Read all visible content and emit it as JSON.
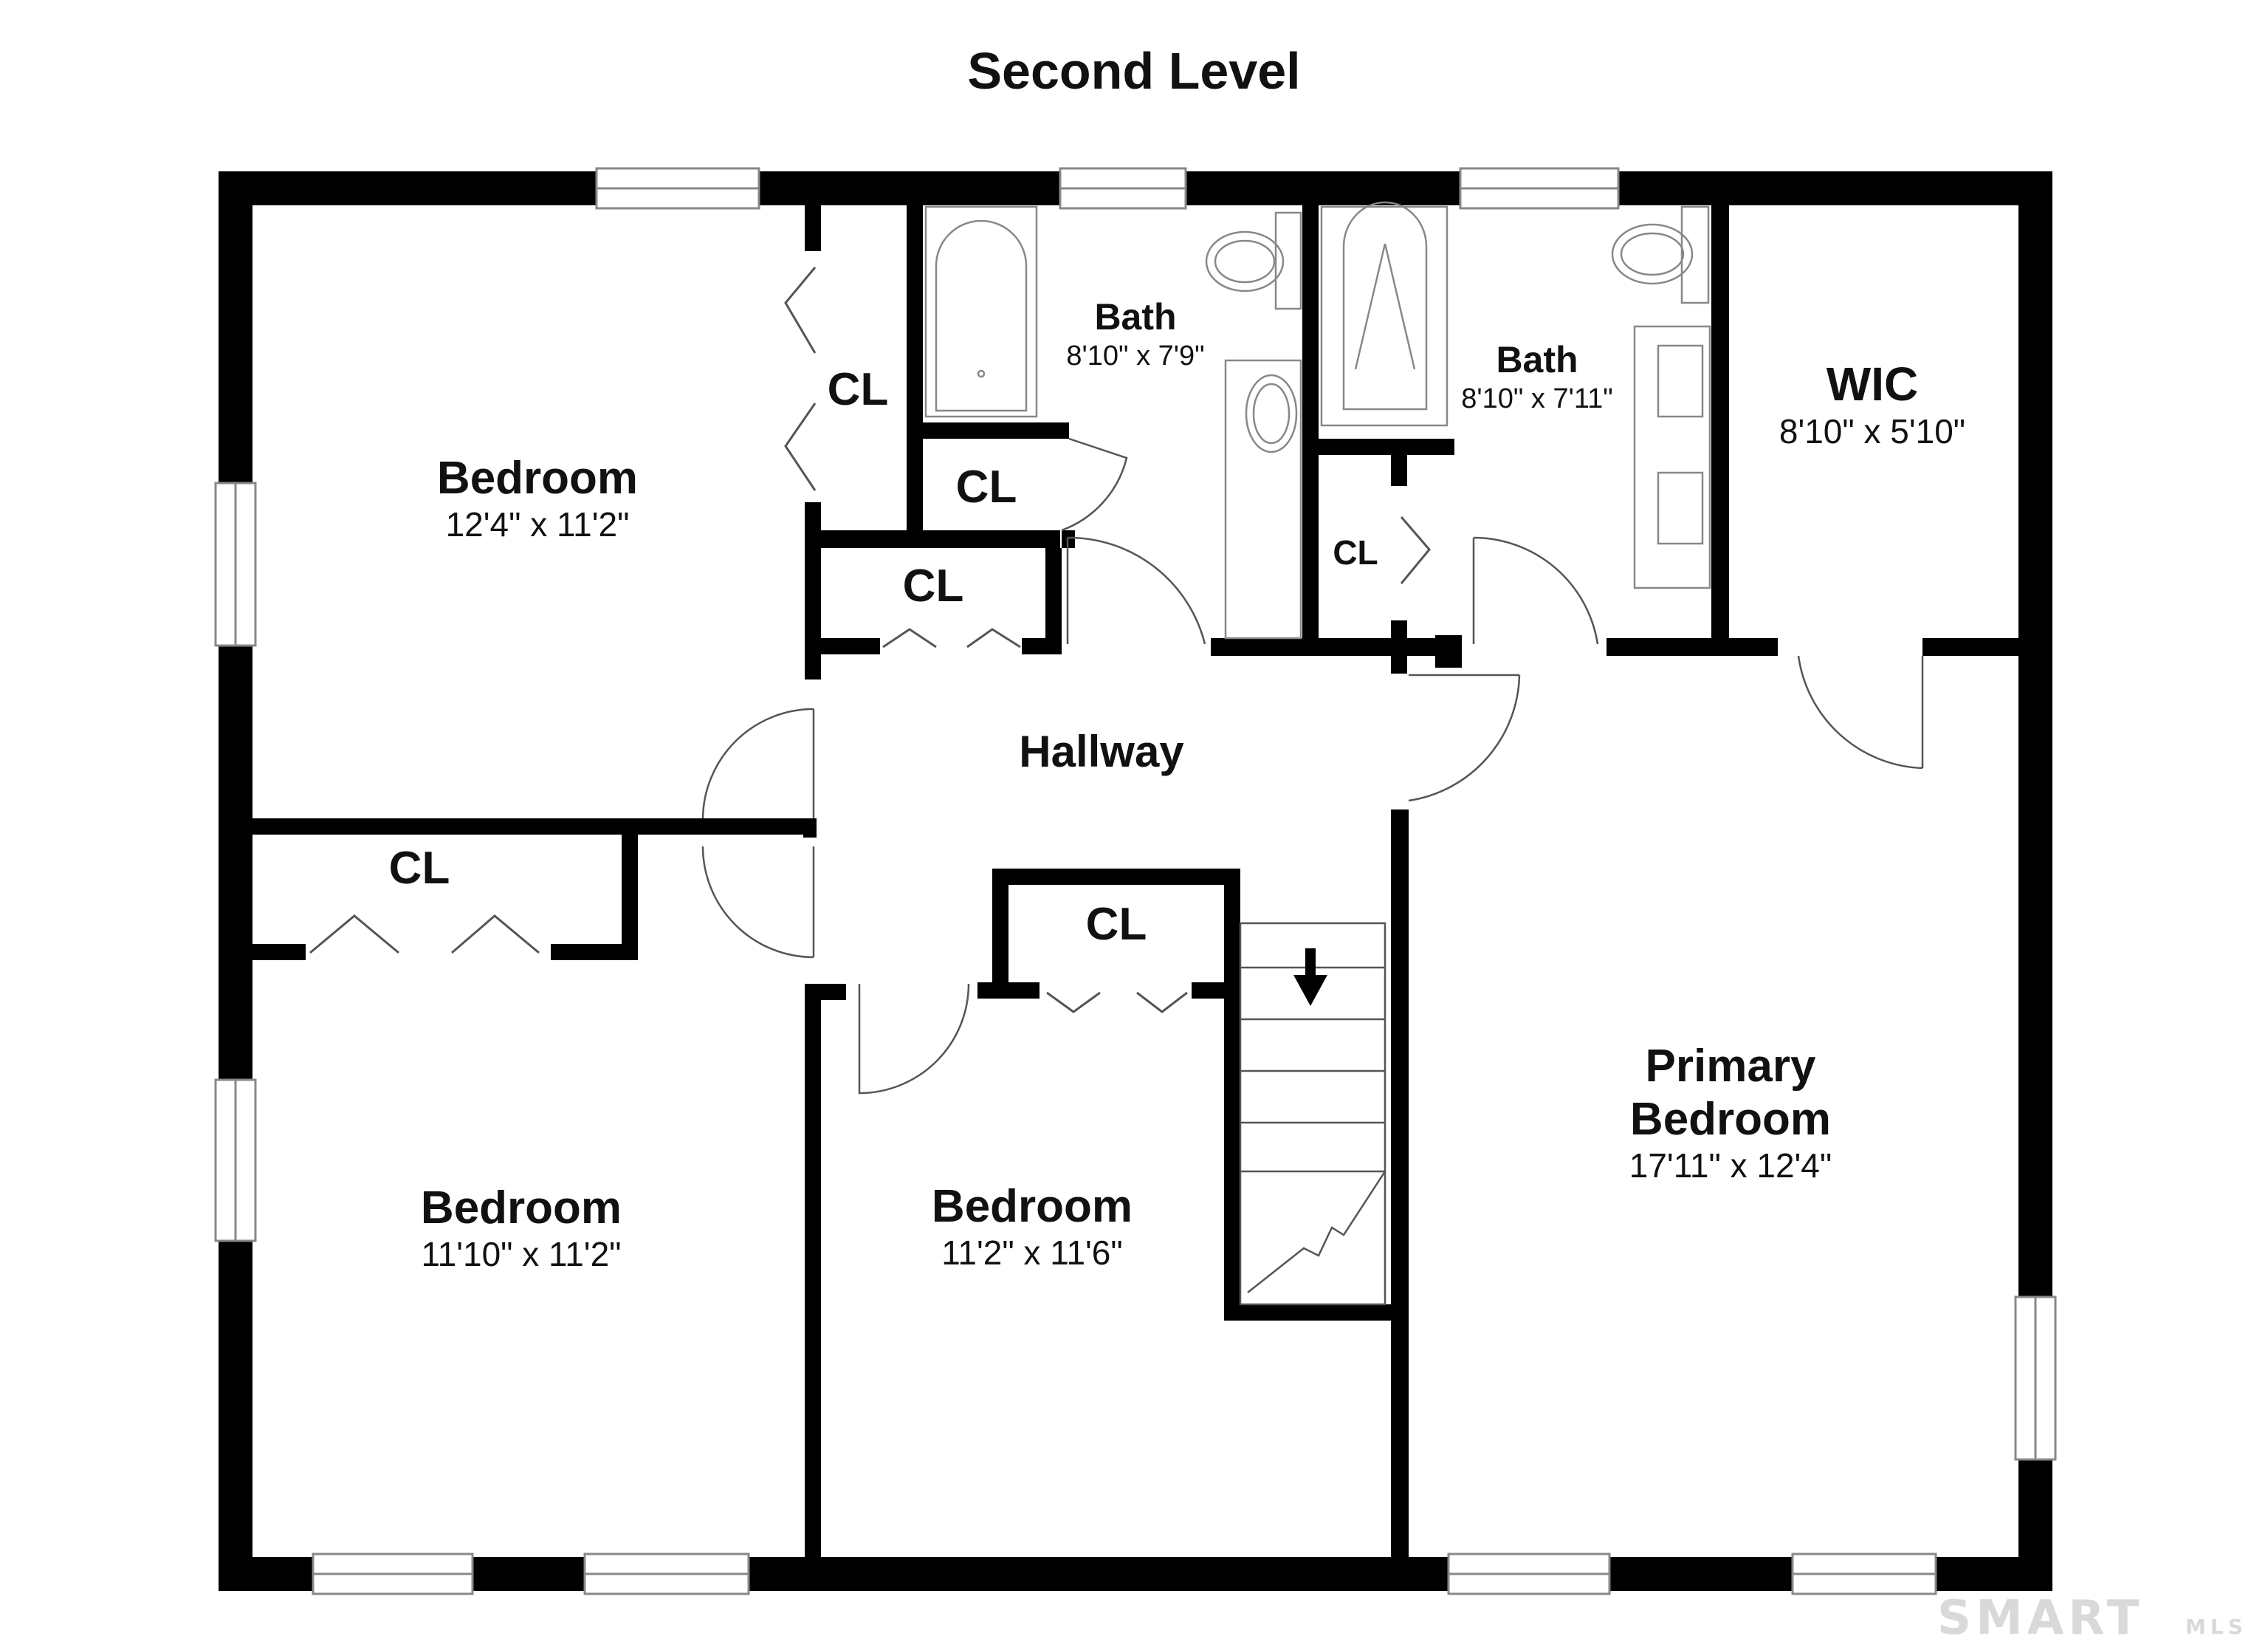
{
  "title": "Second Level",
  "rooms": [
    {
      "name": "Bedroom",
      "dim": "12'4\" x 11'2\""
    },
    {
      "name": "Bath",
      "dim": "8'10\" x 7'9\""
    },
    {
      "name": "Bath",
      "dim": "8'10\" x 7'11\""
    },
    {
      "name": "WIC",
      "dim": "8'10\" x 5'10\""
    },
    {
      "name": "Hallway"
    },
    {
      "name": "Bedroom",
      "dim": "11'10\" x 11'2\""
    },
    {
      "name": "Bedroom",
      "dim": "11'2\" x 11'6\""
    },
    {
      "name_line1": "Primary",
      "name_line2": "Bedroom",
      "dim": "17'11\" x 12'4\""
    }
  ],
  "closets": [
    "CL",
    "CL",
    "CL",
    "CL",
    "CL",
    "CL"
  ],
  "watermark": {
    "text": "SMART",
    "sub": "MLS"
  },
  "colors": {
    "wall": "#000000",
    "fixture": "#888888",
    "background": "#ffffff"
  }
}
